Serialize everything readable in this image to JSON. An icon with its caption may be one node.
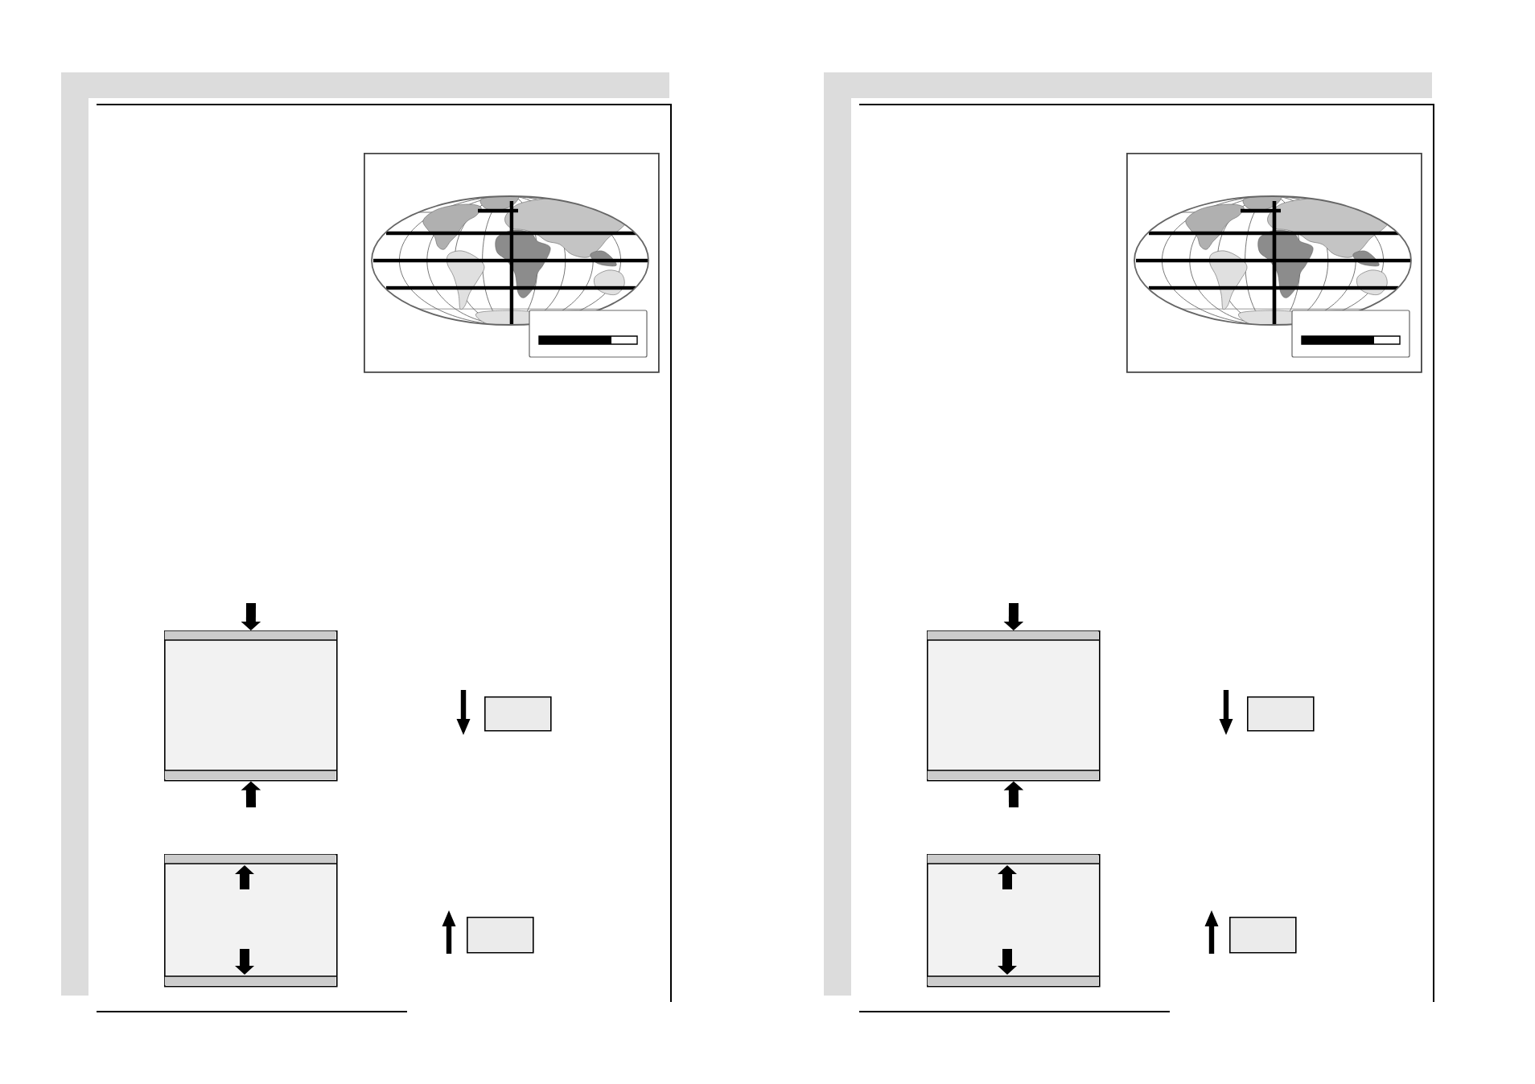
{
  "diagram": {
    "nodes": [
      {
        "text": [],
        "shape": "picture"
      },
      {
        "text": [],
        "shape": "box"
      },
      {
        "text": [],
        "shape": "box"
      },
      {
        "text": [],
        "shape": "box"
      },
      {
        "text": [],
        "shape": "box"
      },
      {
        "text": [],
        "shape": "picture"
      },
      {
        "text": [],
        "shape": "box"
      },
      {
        "text": [],
        "shape": "box"
      },
      {
        "text": [],
        "shape": "box"
      },
      {
        "text": [],
        "shape": "box"
      }
    ],
    "edges": [
      {
        "from": null,
        "to": 1,
        "arrow": "to"
      },
      {
        "from": null,
        "to": 1,
        "arrow": "to"
      },
      {
        "from": null,
        "to": 6,
        "arrow": "to"
      },
      {
        "from": null,
        "to": 6,
        "arrow": "to"
      }
    ]
  }
}
